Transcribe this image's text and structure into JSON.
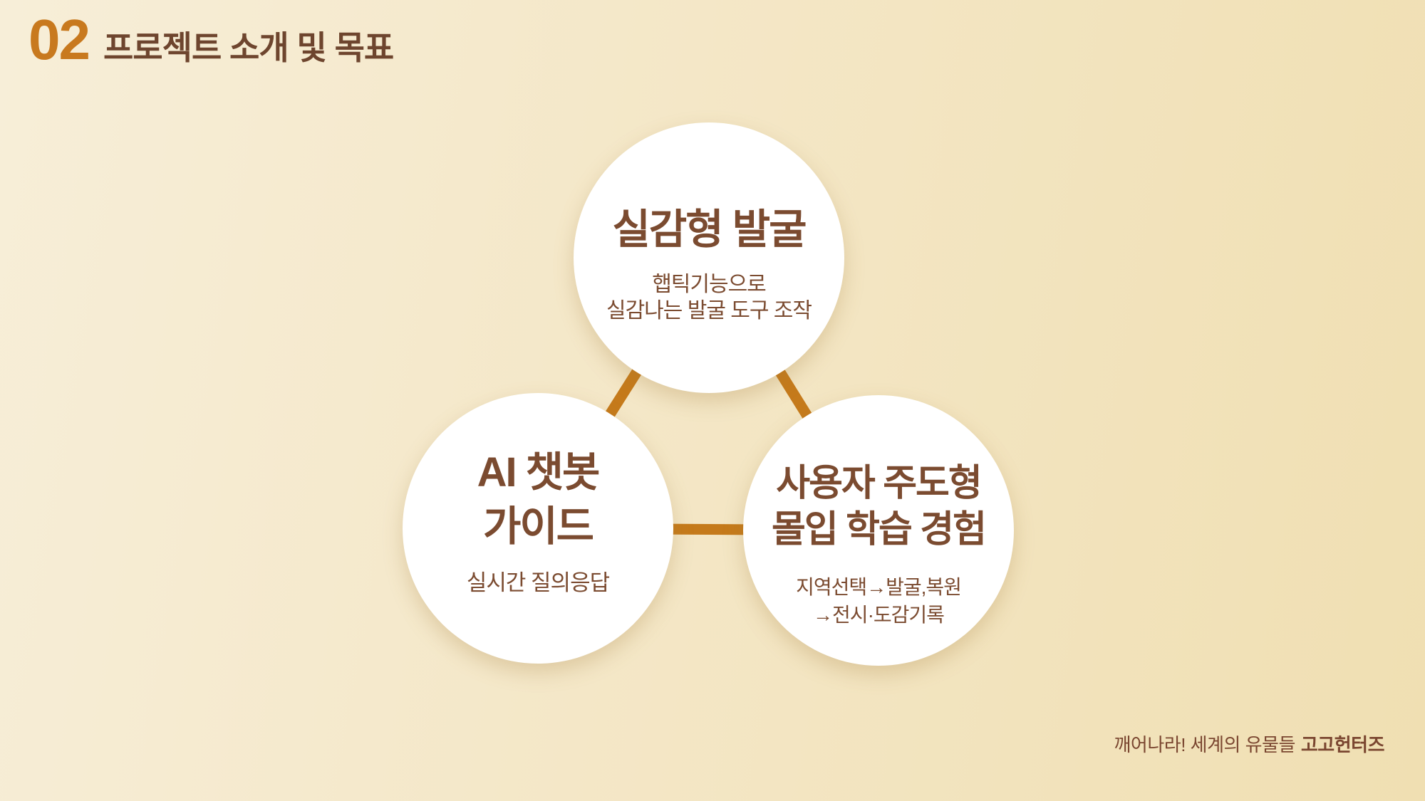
{
  "header": {
    "number": "02",
    "title": "프로젝트 소개 및 목표"
  },
  "circles": {
    "top": {
      "title": "실감형 발굴",
      "sub1": "햅틱기능으로",
      "sub2": "실감나는 발굴 도구 조작"
    },
    "left": {
      "title1": "AI 챗봇",
      "title2": "가이드",
      "sub1": "실시간 질의응답"
    },
    "right": {
      "title1": "사용자 주도형",
      "title2": "몰입 학습 경험",
      "sub1": "지역선택→발굴,복원",
      "sub2": "→전시·도감기록"
    }
  },
  "footer": {
    "tagline": "깨어나라! 세계의 유물들",
    "brand": "고고헌터즈"
  },
  "colors": {
    "accent_orange": "#c8791e",
    "connector": "#c57a1b",
    "title_brown": "#6e452e",
    "text_brown": "#7b4b30",
    "background_left": "#f7eed8",
    "background_right": "#f0dfb2",
    "circle_fill": "#ffffff"
  }
}
